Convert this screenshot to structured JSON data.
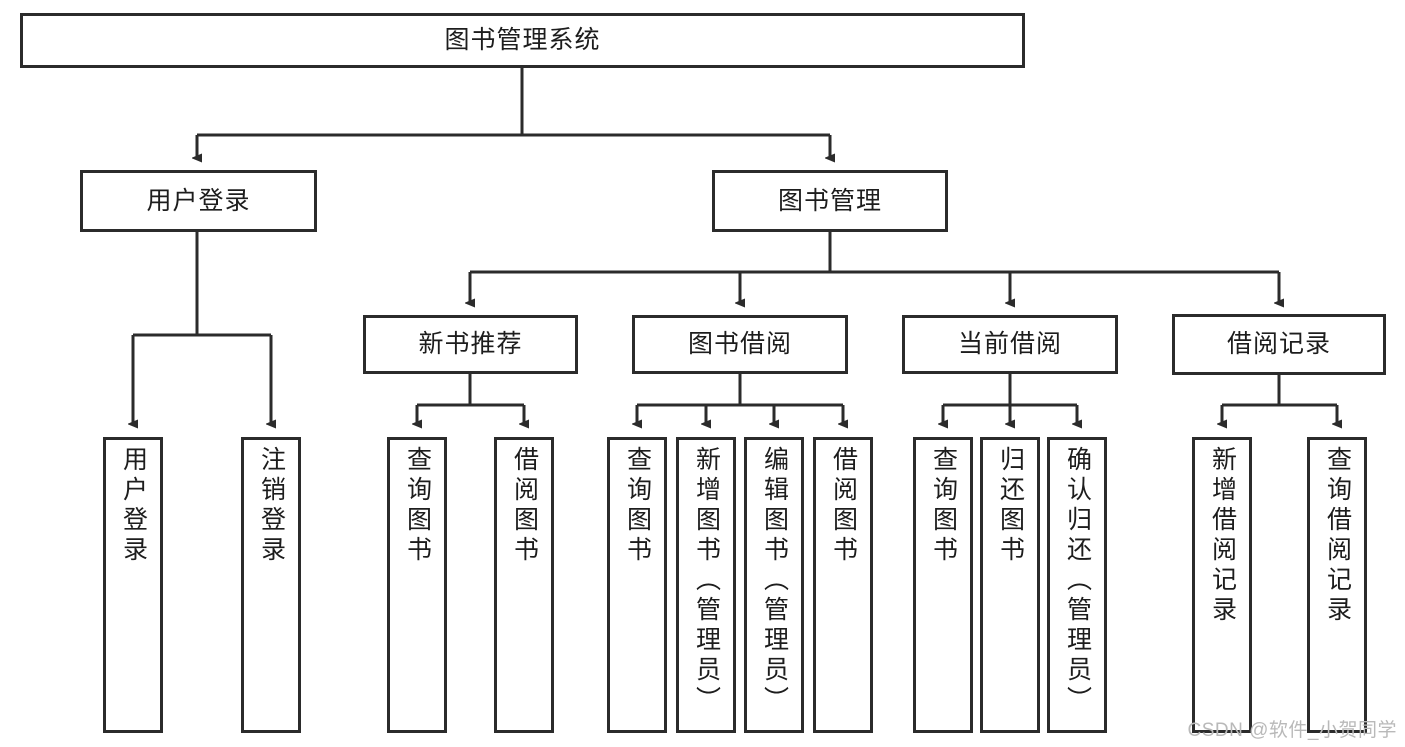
{
  "diagram": {
    "title": "图书管理系统",
    "type": "tree",
    "watermark": "CSDN @软件_小贺同学",
    "colors": {
      "stroke": "#2b2b2b",
      "fill": "#ffffff",
      "text": "#1d1d1d",
      "watermark": "#b9b9b9"
    },
    "levels": {
      "root": {
        "label": "图书管理系统"
      },
      "level2": [
        {
          "label": "用户登录"
        },
        {
          "label": "图书管理"
        }
      ],
      "level3": [
        {
          "label": "新书推荐"
        },
        {
          "label": "图书借阅"
        },
        {
          "label": "当前借阅"
        },
        {
          "label": "借阅记录"
        }
      ],
      "leaves": {
        "user_login": [
          {
            "label": "用户登录"
          },
          {
            "label": "注销登录"
          }
        ],
        "new_book_recommend": [
          {
            "label": "查询图书"
          },
          {
            "label": "借阅图书"
          }
        ],
        "book_borrow": [
          {
            "label": "查询图书"
          },
          {
            "label": "新增图书（管理员）"
          },
          {
            "label": "编辑图书（管理员）"
          },
          {
            "label": "借阅图书"
          }
        ],
        "current_borrow": [
          {
            "label": "查询图书"
          },
          {
            "label": "归还图书"
          },
          {
            "label": "确认归还（管理员）"
          }
        ],
        "borrow_records": [
          {
            "label": "新增借阅记录"
          },
          {
            "label": "查询借阅记录"
          }
        ]
      }
    }
  }
}
